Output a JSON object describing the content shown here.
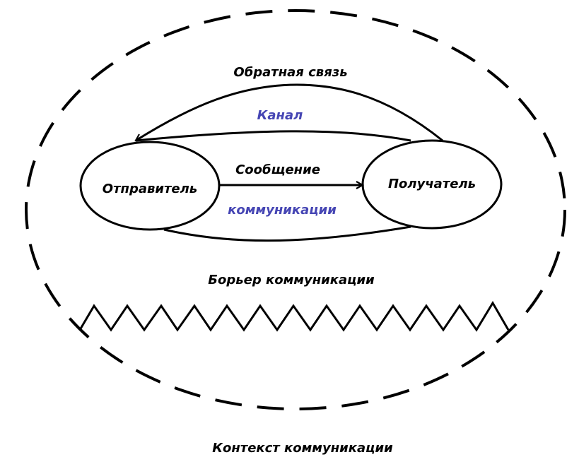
{
  "labels": {
    "feedback": "Обратная связь",
    "channel": "Канал",
    "message": "Сообщение",
    "communications": "коммуникации",
    "sender": "Отправитель",
    "receiver": "Получатель",
    "barrier": "Борьер коммуникации",
    "context": "Контекст коммуникации"
  },
  "colors": {
    "ink": "#000000",
    "channel_text": "#4646b4",
    "background": "#ffffff"
  }
}
